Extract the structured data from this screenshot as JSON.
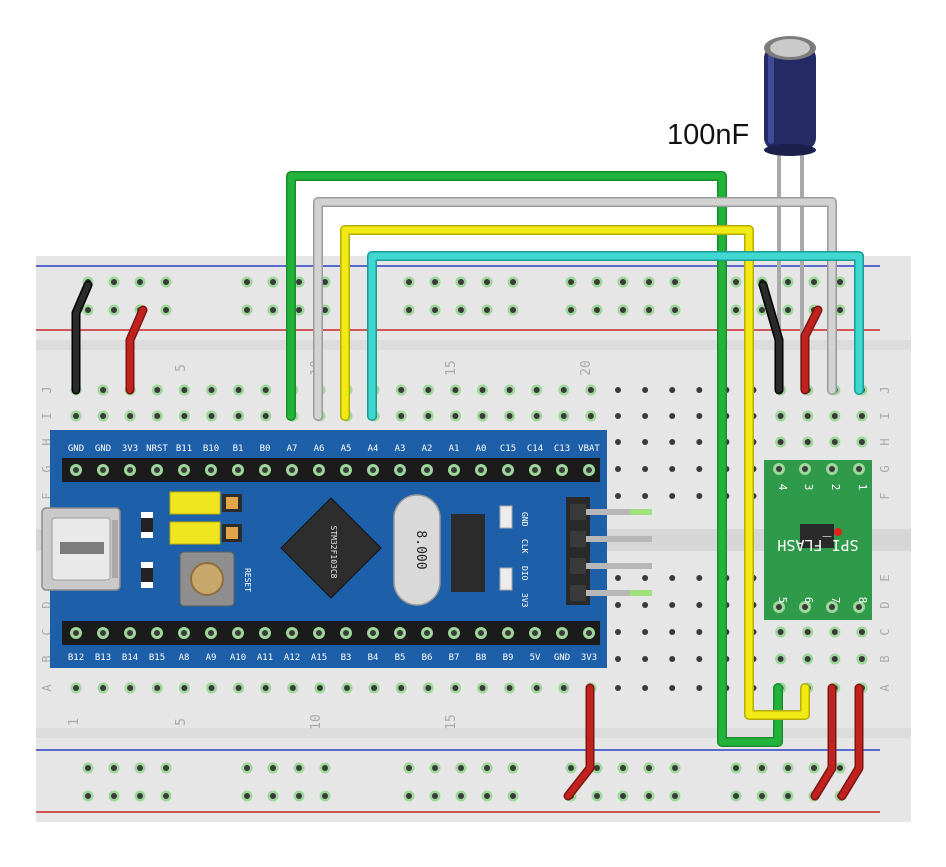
{
  "capacitor": {
    "value_label": "100nF"
  },
  "mcu": {
    "chip_label": "STM32F103C8",
    "crystal_label": "8.000",
    "reset_label": "RESET",
    "top_pins": [
      "GND",
      "GND",
      "3V3",
      "NRST",
      "B11",
      "B10",
      "B1",
      "B0",
      "A7",
      "A6",
      "A5",
      "A4",
      "A3",
      "A2",
      "A1",
      "A0",
      "C15",
      "C14",
      "C13",
      "VBAT"
    ],
    "bottom_pins": [
      "B12",
      "B13",
      "B14",
      "B15",
      "A8",
      "A9",
      "A10",
      "A11",
      "A12",
      "A15",
      "B3",
      "B4",
      "B5",
      "B6",
      "B7",
      "B8",
      "B9",
      "5V",
      "GND",
      "3V3"
    ],
    "swd_pins": [
      "GND",
      "CLK",
      "DIO",
      "3V3"
    ]
  },
  "flash": {
    "label": "SPI_FLASH",
    "top_pins": [
      "4",
      "3",
      "2",
      "1"
    ],
    "bottom_pins": [
      "5",
      "6",
      "7",
      "8"
    ]
  },
  "breadboard": {
    "column_numbers_top": [
      "5",
      "10",
      "15",
      "20"
    ],
    "column_numbers_bottom": [
      "1",
      "5",
      "10",
      "15"
    ],
    "row_letters_left": [
      "J",
      "I",
      "H",
      "G",
      "F",
      "E",
      "D",
      "C",
      "B",
      "A"
    ],
    "row_letters_right": [
      "J",
      "I",
      "H",
      "G",
      "F",
      "E",
      "D",
      "C",
      "B",
      "A"
    ]
  },
  "colors": {
    "board_bg": "#e8e8e8",
    "mcu_blue": "#1d5fa8",
    "flash_green": "#2f9a4a",
    "wire_green": "#22b33a",
    "wire_gray": "#c8c8c8",
    "wire_yellow": "#f2ea14",
    "wire_cyan": "#3fd7d0",
    "wire_red": "#c0221f",
    "wire_black": "#1a1a1a"
  }
}
